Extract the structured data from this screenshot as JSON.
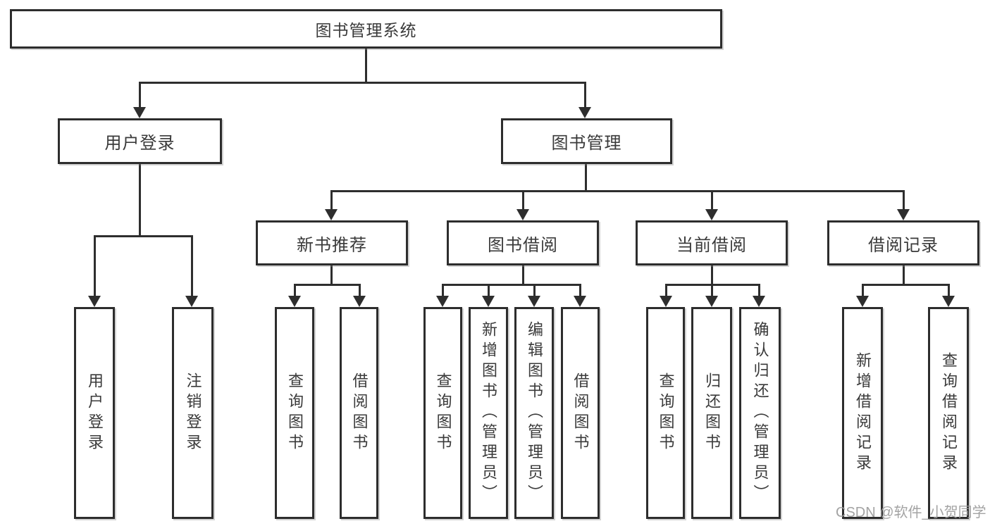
{
  "colors": {
    "line": "#2e2e2e",
    "box_border": "#2d2d2d",
    "text": "#3a3a3a",
    "watermark_text_color": "#9b9b9b",
    "background": "#ffffff"
  },
  "tree": {
    "root": "图书管理系统",
    "user_login": {
      "label": "用户登录",
      "children": [
        "用户登录",
        "注销登录"
      ]
    },
    "book_mgmt": {
      "label": "图书管理",
      "sections": [
        {
          "label": "新书推荐",
          "children": [
            "查询图书",
            "借阅图书"
          ]
        },
        {
          "label": "图书借阅",
          "children": [
            "查询图书",
            "新增图书（管理员）",
            "编辑图书（管理员）",
            "借阅图书"
          ]
        },
        {
          "label": "当前借阅",
          "children": [
            "查询图书",
            "归还图书",
            "确认归还（管理员）"
          ]
        },
        {
          "label": "借阅记录",
          "children": [
            "新增借阅记录",
            "查询借阅记录"
          ]
        }
      ]
    }
  },
  "watermark": {
    "text": "CSDN @软件_小贺同学"
  }
}
